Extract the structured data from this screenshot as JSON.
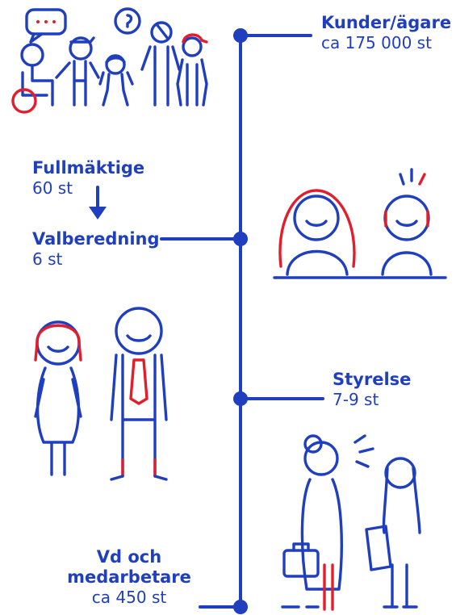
{
  "colors": {
    "accent_blue": "#1f3fbf",
    "accent_red": "#e21e2d"
  },
  "nodes": [
    {
      "key": "kunder",
      "title": "Kunder/ägare",
      "value": "ca 175 000 st"
    },
    {
      "key": "fullmaktige",
      "title": "Fullmäktige",
      "value": "60 st"
    },
    {
      "key": "valberedning",
      "title": "Valberedning",
      "value": "6 st"
    },
    {
      "key": "styrelse",
      "title": "Styrelse",
      "value": "7-9 st"
    },
    {
      "key": "vd",
      "title": "Vd och medarbetare",
      "value": "ca 450 st"
    }
  ],
  "icons": [
    "customers-group-illustration",
    "nomination-committee-illustration",
    "ceo-staff-illustration",
    "board-meeting-illustration",
    "down-arrow-icon"
  ]
}
